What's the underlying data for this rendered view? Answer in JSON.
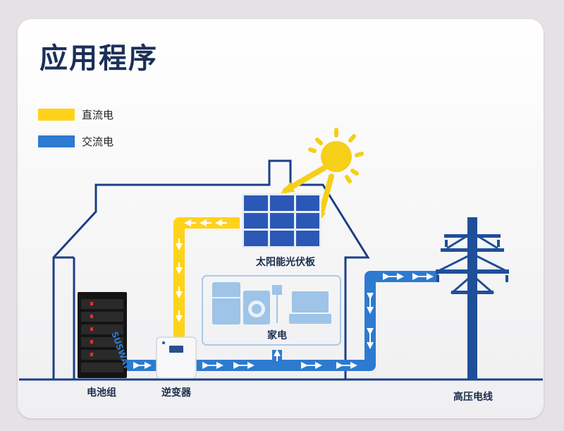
{
  "title": "应用程序",
  "legend": [
    {
      "label": "直流电",
      "color": "#ffd21a"
    },
    {
      "label": "交流电",
      "color": "#2d7ad0"
    }
  ],
  "labels": {
    "solar_panel": "太阳能光伏板",
    "appliances": "家电",
    "battery": "电池组",
    "inverter": "逆变器",
    "power_line": "高压电线"
  },
  "battery_brand": "SUSWAY",
  "colors": {
    "dc": "#ffd21a",
    "ac": "#2d7ad0",
    "house_outline": "#1b3f86",
    "sun": "#f5cf18",
    "panel": "#2b58b6",
    "pole": "#1f4f99",
    "appliance": "#9ec4e8"
  }
}
